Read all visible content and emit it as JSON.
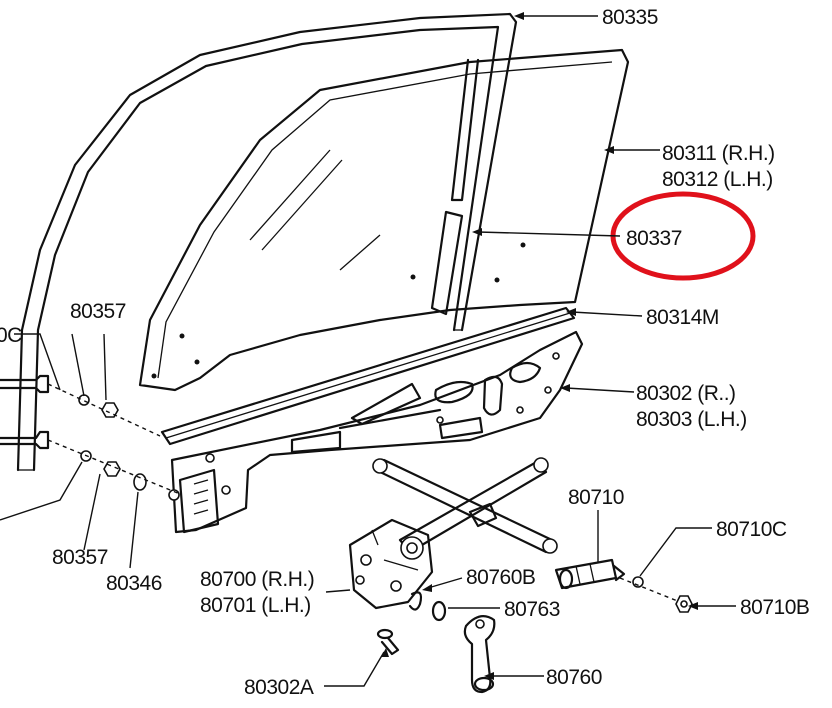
{
  "highlight": {
    "color": "#e0111b"
  },
  "labels": {
    "l80335": "80335",
    "l80311": "80311 (R.H.)",
    "l80312": "80312 (L.H.)",
    "l80337": "80337",
    "l80314m": "80314M",
    "l80302": "80302 (R..)",
    "l80303": "80303 (L.H.)",
    "l80710": "80710",
    "l80710c": "80710C",
    "l80710b": "80710B",
    "l80760b": "80760B",
    "l80763": "80763",
    "l80760": "80760",
    "l80700": "80700 (R.H.)",
    "l80701": "80701 (L.H.)",
    "l80302a": "80302A",
    "l80357a": "80357",
    "l80357b": "80357",
    "l80346": "80346",
    "lcut": "0C"
  }
}
